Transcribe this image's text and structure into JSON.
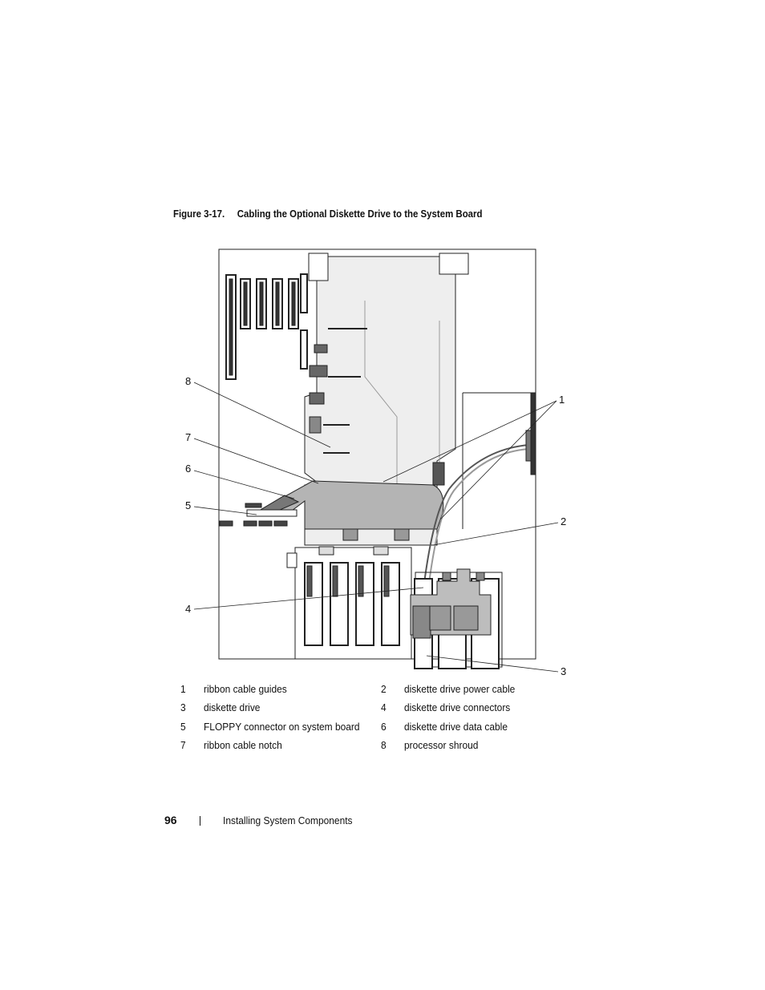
{
  "figure": {
    "number": "Figure 3-17.",
    "title": "Cabling the Optional Diskette Drive to the System Board",
    "callouts": [
      "1",
      "2",
      "3",
      "4",
      "5",
      "6",
      "7",
      "8"
    ]
  },
  "legend": [
    {
      "num": "1",
      "text": "ribbon cable guides"
    },
    {
      "num": "2",
      "text": "diskette drive power cable"
    },
    {
      "num": "3",
      "text": "diskette drive"
    },
    {
      "num": "4",
      "text": "diskette drive connectors"
    },
    {
      "num": "5",
      "text": "FLOPPY connector on system board"
    },
    {
      "num": "6",
      "text": "diskette drive data cable"
    },
    {
      "num": "7",
      "text": "ribbon cable notch"
    },
    {
      "num": "8",
      "text": "processor shroud"
    }
  ],
  "footer": {
    "page_number": "96",
    "section_title": "Installing System Components"
  }
}
